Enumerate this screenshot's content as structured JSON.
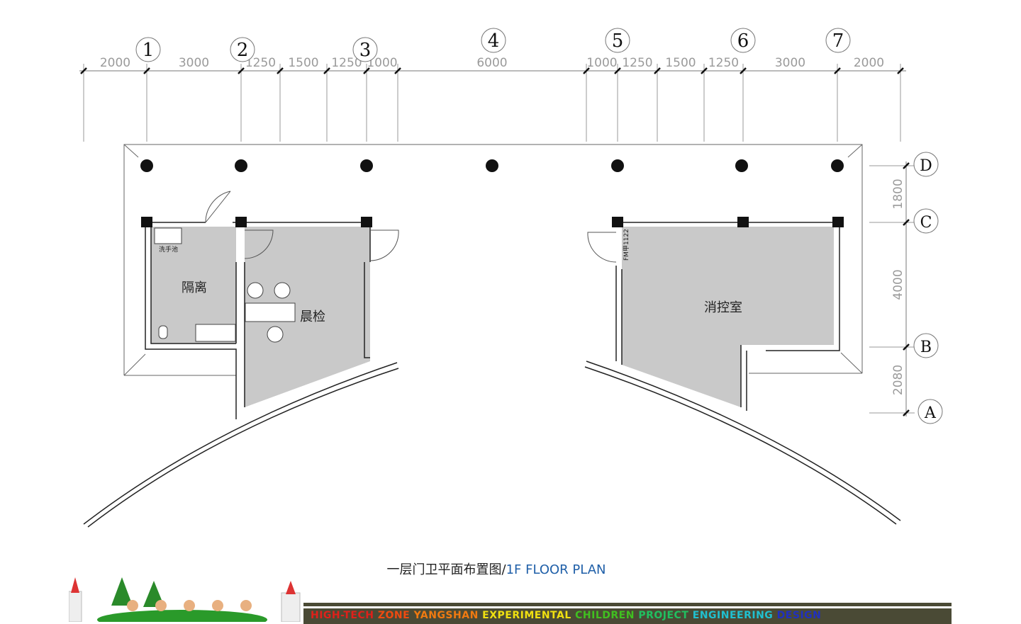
{
  "plan": {
    "dimensions_top": [
      "2000",
      "3000",
      "1250",
      "1500",
      "1250",
      "1000",
      "6000",
      "1000",
      "1250",
      "1500",
      "1250",
      "3000",
      "2000"
    ],
    "grid_numbers": [
      "1",
      "2",
      "3",
      "4",
      "5",
      "6",
      "7"
    ],
    "grid_letters": [
      "D",
      "C",
      "B",
      "A"
    ],
    "dimensions_right": [
      "1800",
      "4000",
      "2080"
    ],
    "rooms": {
      "sink": "洗手池",
      "isolation": "隔离",
      "morning_check": "晨检",
      "fire_control": "消控室",
      "door_tag": "FM甲1122"
    }
  },
  "title": {
    "cn": "一层门卫平面布置图/",
    "en": "1F FLOOR PLAN"
  },
  "banner": {
    "words": [
      {
        "text": "HIGH-TECH",
        "color": "#e0201a"
      },
      {
        "text": "ZONE",
        "color": "#f04a10"
      },
      {
        "text": "YANGSHAN",
        "color": "#f07a10"
      },
      {
        "text": "EXPERIMENTAL",
        "color": "#f0e010"
      },
      {
        "text": "CHILDREN",
        "color": "#40c020"
      },
      {
        "text": "PROJECT",
        "color": "#20c060"
      },
      {
        "text": "ENGINEERING",
        "color": "#20c0d0"
      },
      {
        "text": "DESIGN",
        "color": "#2030c0"
      }
    ]
  }
}
